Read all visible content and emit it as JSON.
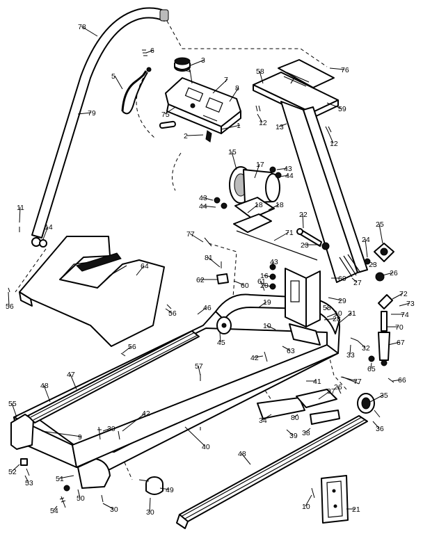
{
  "callouts": [
    "1",
    "2",
    "3",
    "4",
    "5",
    "6",
    "7",
    "8",
    "9",
    "10",
    "11",
    "12",
    "13",
    "14",
    "15",
    "16",
    "17",
    "18",
    "19",
    "20",
    "21",
    "22",
    "23",
    "24",
    "25",
    "26",
    "27",
    "28",
    "29",
    "30",
    "31",
    "32",
    "33",
    "34",
    "35",
    "36",
    "37",
    "38",
    "39",
    "40",
    "41",
    "42",
    "43",
    "44",
    "45",
    "46",
    "47",
    "48",
    "49",
    "50",
    "51",
    "52",
    "53",
    "54",
    "55",
    "56",
    "57",
    "58",
    "59",
    "60",
    "61",
    "62",
    "63",
    "64",
    "65",
    "66",
    "67",
    "69",
    "70",
    "71",
    "72",
    "73",
    "74",
    "75",
    "76",
    "77",
    "78",
    "79",
    "80",
    "81"
  ]
}
